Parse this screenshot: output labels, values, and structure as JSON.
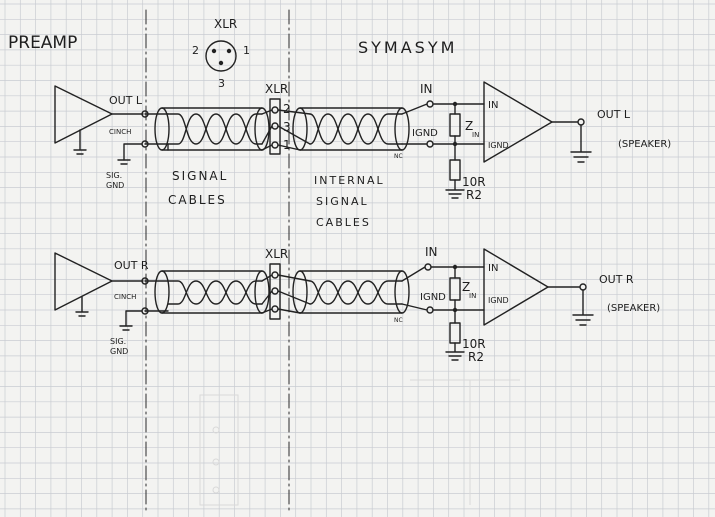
{
  "header": {
    "left_title": "PREAMP",
    "right_title": "SYMASYM"
  },
  "xlr_pinout": {
    "label": "XLR",
    "pins": [
      "2",
      "1",
      "3"
    ]
  },
  "left_channel": {
    "out_label": "OUT L",
    "cinch_label": "CINCH",
    "sig_label": "SIG.",
    "gnd_label": "GND",
    "cable_label_line1": "SIGNAL",
    "cable_label_line2": "CABLES",
    "internal_label_line1": "INTERNAL",
    "internal_label_line2": "SIGNAL",
    "internal_label_line3": "CABLES",
    "xlr_label": "XLR",
    "xlr_pin_top": "2",
    "xlr_pin_mid": "3",
    "xlr_pin_bot": "1",
    "in_label": "IN",
    "ignd_label": "IGND",
    "zin_label": "Z",
    "zin_sub": "IN",
    "amp_in_label": "IN",
    "amp_ignd_label": "IGND",
    "resistor_value": "10R",
    "resistor_name": "R2",
    "output_label": "OUT L",
    "speaker_label": "(SPEAKER)",
    "nc_label": "NC"
  },
  "right_channel": {
    "out_label": "OUT R",
    "cinch_label": "CINCH",
    "sig_label": "SIG.",
    "gnd_label": "GND",
    "xlr_label": "XLR",
    "in_label": "IN",
    "ignd_label": "IGND",
    "zin_label": "Z",
    "zin_sub": "IN",
    "amp_in_label": "IN",
    "amp_ignd_label": "IGND",
    "resistor_value": "10R",
    "resistor_name": "R2",
    "output_label": "OUT R",
    "speaker_label": "(SPEAKER)",
    "nc_label": "NC"
  },
  "colors": {
    "paper": "#f3f3f1",
    "grid": "#c9ccd2",
    "ink": "#222222"
  }
}
